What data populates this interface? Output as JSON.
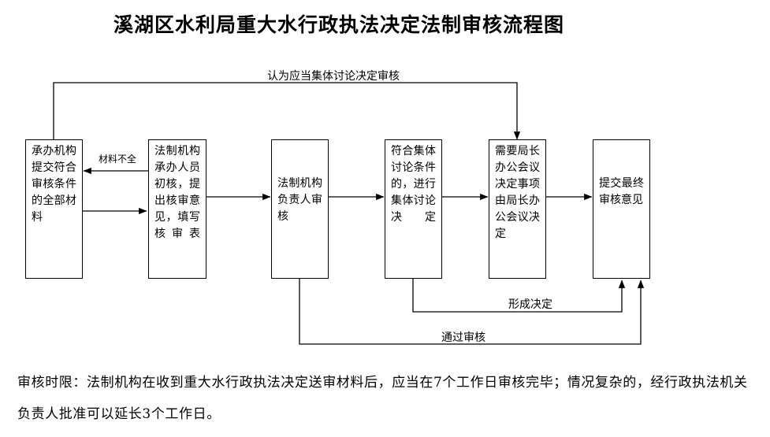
{
  "title": "溪湖区水利局重大水行政执法决定法制审核流程图",
  "nodes": {
    "submit_materials": "承办机构提交符合审核条件的全部材料",
    "staff_review": "法制机构承办人员初核，提出核审意见，填写核审表",
    "head_review": "法制机构负责人审核",
    "collective_decision": "符合集体讨论条件的，进行集体讨论决定",
    "bureau_meeting": "需要局长办公会议决定事项由局长办公会议决定",
    "final_opinion": "提交最终审核意见"
  },
  "edges": {
    "collective_review": "认为应当集体讨论决定审核",
    "incomplete_materials": "材料不全",
    "form_decision": "形成决定",
    "pass_review": "通过审核"
  },
  "footnote": "审核时限：法制机构在收到重大水行政执法决定送审材料后，应当在7个工作日审核完毕；情况复杂的，经行政执法机关负责人批准可以延长3个工作日。"
}
